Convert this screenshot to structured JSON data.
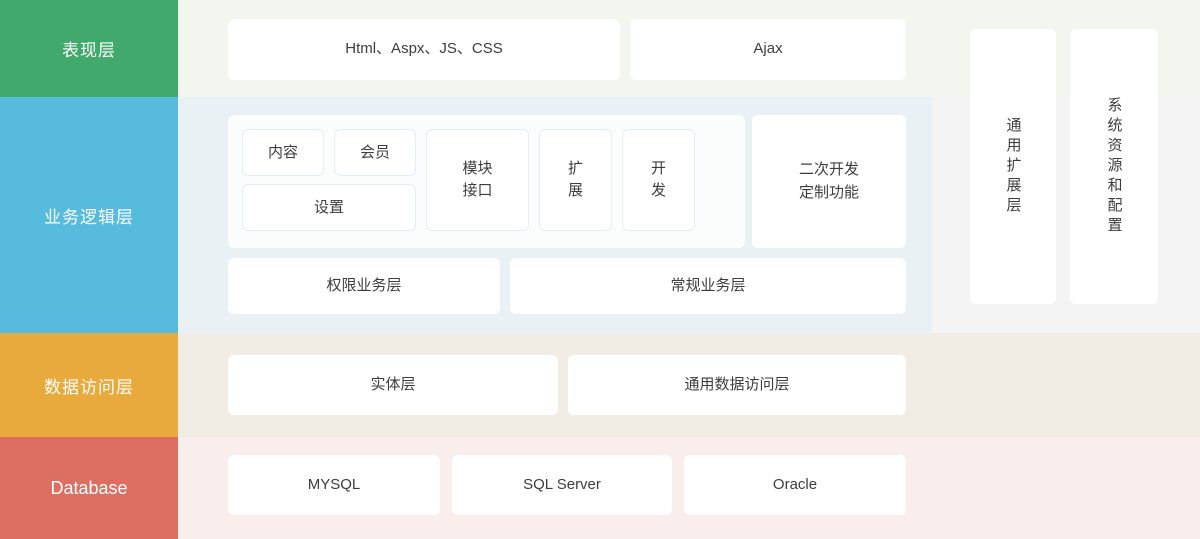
{
  "layers": {
    "presentation": {
      "label": "表现层",
      "color": "#41a96b",
      "background": "#f2f6ef",
      "items": [
        {
          "label": "Html、Aspx、JS、CSS"
        },
        {
          "label": "Ajax"
        }
      ]
    },
    "business": {
      "label": "业务逻辑层",
      "color": "#56bbdd",
      "background": "#eaf1f4",
      "group_items": [
        {
          "label": "内容"
        },
        {
          "label": "会员"
        },
        {
          "label": "设置"
        },
        {
          "label": "模块\n接口"
        },
        {
          "label": "扩\n展"
        },
        {
          "label": "开\n发"
        }
      ],
      "secondary": {
        "label": "二次开发\n定制功能"
      },
      "row2": [
        {
          "label": "权限业务层"
        },
        {
          "label": "常规业务层"
        }
      ]
    },
    "data_access": {
      "label": "数据访问层",
      "color": "#e8aa3c",
      "background": "#f2ede4",
      "items": [
        {
          "label": "实体层"
        },
        {
          "label": "通用数据访问层"
        }
      ]
    },
    "database": {
      "label": "Database",
      "color": "#dd6f62",
      "background": "#faeeed",
      "items": [
        {
          "label": "MYSQL"
        },
        {
          "label": "SQL Server"
        },
        {
          "label": "Oracle"
        }
      ]
    }
  },
  "side_panel": {
    "background": "#f4f4f4",
    "items": [
      {
        "label": "通用扩展层"
      },
      {
        "label": "系统资源和配置"
      }
    ]
  }
}
